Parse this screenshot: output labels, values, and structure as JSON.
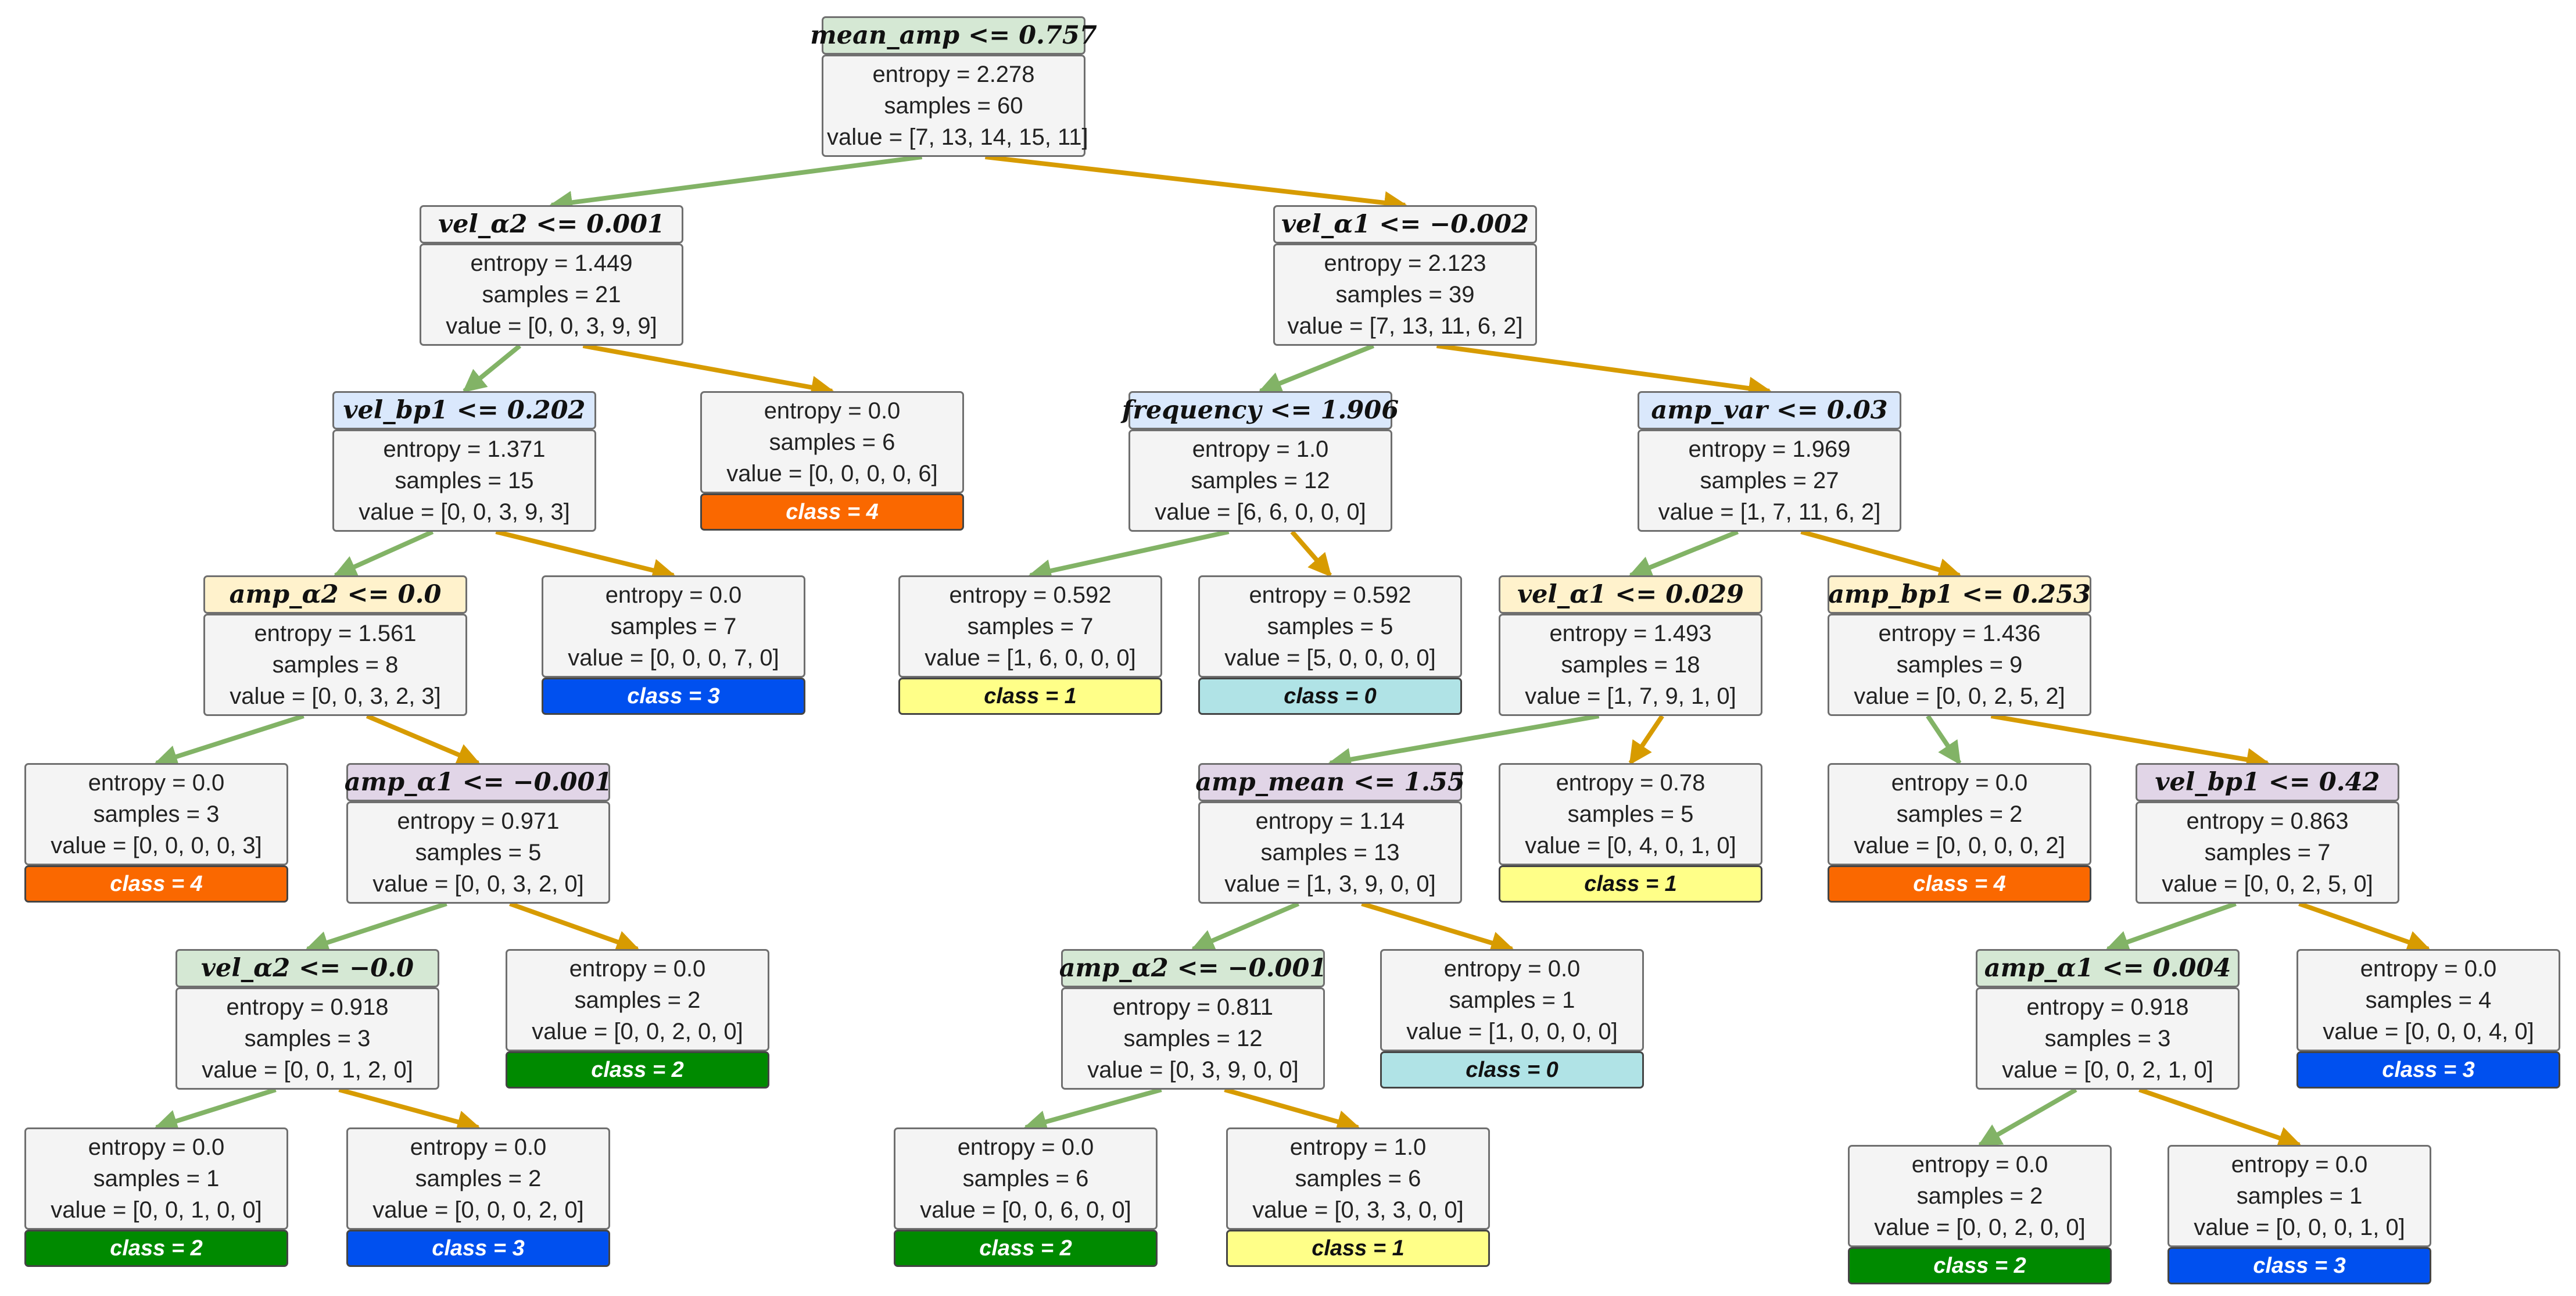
{
  "colors": {
    "edge_left": "#82b366",
    "edge_right": "#d79b00",
    "green_header": "#d5e8d4",
    "blue_header": "#dae8fc",
    "yellow_header": "#fff2cc",
    "purple_header": "#e1d5e7",
    "class_0": "#b0e3e6",
    "class_1": "#ffff88",
    "class_2": "#008a00",
    "class_3": "#0050ef",
    "class_4": "#fa6800",
    "node_body": "#f4f4f4"
  },
  "tree": {
    "nodes": [
      {
        "id": "n0",
        "split": "mean_amp <= 0.757",
        "header_color": "green_header",
        "entropy": "entropy = 2.278",
        "samples": "samples = 60",
        "value": "value = [7, 13, 14, 15, 11]"
      },
      {
        "id": "n1",
        "split": "vel_α2 <= 0.001",
        "header_color": "none",
        "entropy": "entropy = 1.449",
        "samples": "samples = 21",
        "value": "value = [0, 0, 3, 9, 9]"
      },
      {
        "id": "n2",
        "split": "vel_α1 <= −0.002",
        "header_color": "none",
        "entropy": "entropy = 2.123",
        "samples": "samples = 39",
        "value": "value = [7, 13, 11, 6, 2]"
      },
      {
        "id": "n3",
        "split": "vel_bp1 <= 0.202",
        "header_color": "blue_header",
        "entropy": "entropy = 1.371",
        "samples": "samples = 15",
        "value": "value = [0, 0, 3, 9, 3]"
      },
      {
        "id": "n4",
        "entropy": "entropy = 0.0",
        "samples": "samples = 6",
        "value": "value = [0, 0, 0, 0, 6]",
        "class_label": "class = 4",
        "class_color": "class_4"
      },
      {
        "id": "n5",
        "split": "frequency <= 1.906",
        "header_color": "blue_header",
        "entropy": "entropy = 1.0",
        "samples": "samples = 12",
        "value": "value = [6, 6, 0, 0, 0]"
      },
      {
        "id": "n6",
        "split": "amp_var <= 0.03",
        "header_color": "blue_header",
        "entropy": "entropy = 1.969",
        "samples": "samples = 27",
        "value": "value = [1, 7, 11, 6, 2]"
      },
      {
        "id": "n7",
        "split": "amp_α2 <= 0.0",
        "header_color": "yellow_header",
        "entropy": "entropy = 1.561",
        "samples": "samples = 8",
        "value": "value = [0, 0, 3, 2, 3]"
      },
      {
        "id": "n8",
        "entropy": "entropy = 0.0",
        "samples": "samples = 7",
        "value": "value = [0, 0, 0, 7, 0]",
        "class_label": "class = 3",
        "class_color": "class_3"
      },
      {
        "id": "n9",
        "entropy": "entropy = 0.592",
        "samples": "samples = 7",
        "value": "value = [1, 6, 0, 0, 0]",
        "class_label": "class = 1",
        "class_color": "class_1"
      },
      {
        "id": "n10",
        "entropy": "entropy = 0.592",
        "samples": "samples = 5",
        "value": "value = [5, 0, 0, 0, 0]",
        "class_label": "class = 0",
        "class_color": "class_0"
      },
      {
        "id": "n11",
        "split": "vel_α1 <= 0.029",
        "header_color": "yellow_header",
        "entropy": "entropy = 1.493",
        "samples": "samples = 18",
        "value": "value = [1, 7, 9, 1, 0]"
      },
      {
        "id": "n12",
        "split": "amp_bp1 <= 0.253",
        "header_color": "yellow_header",
        "entropy": "entropy = 1.436",
        "samples": "samples = 9",
        "value": "value = [0, 0, 2, 5, 2]"
      },
      {
        "id": "n13",
        "entropy": "entropy = 0.0",
        "samples": "samples = 3",
        "value": "value = [0, 0, 0, 0, 3]",
        "class_label": "class = 4",
        "class_color": "class_4"
      },
      {
        "id": "n14",
        "split": "amp_α1 <= −0.001",
        "header_color": "purple_header",
        "entropy": "entropy = 0.971",
        "samples": "samples = 5",
        "value": "value = [0, 0, 3, 2, 0]"
      },
      {
        "id": "n15",
        "split": "amp_mean <= 1.55",
        "header_color": "purple_header",
        "entropy": "entropy = 1.14",
        "samples": "samples = 13",
        "value": "value = [1, 3, 9, 0, 0]"
      },
      {
        "id": "n16",
        "entropy": "entropy = 0.78",
        "samples": "samples = 5",
        "value": "value = [0, 4, 0, 1, 0]",
        "class_label": "class = 1",
        "class_color": "class_1"
      },
      {
        "id": "n17",
        "entropy": "entropy = 0.0",
        "samples": "samples = 2",
        "value": "value = [0, 0, 0, 0, 2]",
        "class_label": "class = 4",
        "class_color": "class_4"
      },
      {
        "id": "n18",
        "split": "vel_bp1 <= 0.42",
        "header_color": "purple_header",
        "entropy": "entropy = 0.863",
        "samples": "samples = 7",
        "value": "value = [0, 0, 2, 5, 0]"
      },
      {
        "id": "n19",
        "split": "vel_α2 <= −0.0",
        "header_color": "green_header",
        "entropy": "entropy = 0.918",
        "samples": "samples = 3",
        "value": "value = [0, 0, 1, 2, 0]"
      },
      {
        "id": "n20",
        "entropy": "entropy = 0.0",
        "samples": "samples = 2",
        "value": "value = [0, 0, 2, 0, 0]",
        "class_label": "class = 2",
        "class_color": "class_2"
      },
      {
        "id": "n21",
        "split": "amp_α2 <= −0.001",
        "header_color": "green_header",
        "entropy": "entropy = 0.811",
        "samples": "samples = 12",
        "value": "value = [0, 3, 9, 0, 0]"
      },
      {
        "id": "n22",
        "entropy": "entropy = 0.0",
        "samples": "samples = 1",
        "value": "value = [1, 0, 0, 0, 0]",
        "class_label": "class = 0",
        "class_color": "class_0"
      },
      {
        "id": "n23",
        "split": "amp_α1 <= 0.004",
        "header_color": "green_header",
        "entropy": "entropy = 0.918",
        "samples": "samples = 3",
        "value": "value = [0, 0, 2, 1, 0]"
      },
      {
        "id": "n24",
        "entropy": "entropy = 0.0",
        "samples": "samples = 4",
        "value": "value = [0, 0, 0, 4, 0]",
        "class_label": "class = 3",
        "class_color": "class_3"
      },
      {
        "id": "n25",
        "entropy": "entropy = 0.0",
        "samples": "samples = 1",
        "value": "value = [0, 0, 1, 0, 0]",
        "class_label": "class = 2",
        "class_color": "class_2"
      },
      {
        "id": "n26",
        "entropy": "entropy = 0.0",
        "samples": "samples = 2",
        "value": "value = [0, 0, 0, 2, 0]",
        "class_label": "class = 3",
        "class_color": "class_3"
      },
      {
        "id": "n27",
        "entropy": "entropy = 0.0",
        "samples": "samples = 6",
        "value": "value = [0, 0, 6, 0, 0]",
        "class_label": "class = 2",
        "class_color": "class_2"
      },
      {
        "id": "n28",
        "entropy": "entropy = 1.0",
        "samples": "samples = 6",
        "value": "value = [0, 3, 3, 0, 0]",
        "class_label": "class = 1",
        "class_color": "class_1"
      },
      {
        "id": "n29",
        "entropy": "entropy = 0.0",
        "samples": "samples = 2",
        "value": "value = [0, 0, 2, 0, 0]",
        "class_label": "class = 2",
        "class_color": "class_2"
      },
      {
        "id": "n30",
        "entropy": "entropy = 0.0",
        "samples": "samples = 1",
        "value": "value = [0, 0, 0, 1, 0]",
        "class_label": "class = 3",
        "class_color": "class_3"
      }
    ],
    "edges": [
      [
        "n0",
        "n1",
        "left"
      ],
      [
        "n0",
        "n2",
        "right"
      ],
      [
        "n1",
        "n3",
        "left"
      ],
      [
        "n1",
        "n4",
        "right"
      ],
      [
        "n2",
        "n5",
        "left"
      ],
      [
        "n2",
        "n6",
        "right"
      ],
      [
        "n3",
        "n7",
        "left"
      ],
      [
        "n3",
        "n8",
        "right"
      ],
      [
        "n5",
        "n9",
        "left"
      ],
      [
        "n5",
        "n10",
        "right"
      ],
      [
        "n6",
        "n11",
        "left"
      ],
      [
        "n6",
        "n12",
        "right"
      ],
      [
        "n7",
        "n13",
        "left"
      ],
      [
        "n7",
        "n14",
        "right"
      ],
      [
        "n11",
        "n15",
        "left"
      ],
      [
        "n11",
        "n16",
        "right"
      ],
      [
        "n12",
        "n17",
        "left"
      ],
      [
        "n12",
        "n18",
        "right"
      ],
      [
        "n14",
        "n19",
        "left"
      ],
      [
        "n14",
        "n20",
        "right"
      ],
      [
        "n15",
        "n21",
        "left"
      ],
      [
        "n15",
        "n22",
        "right"
      ],
      [
        "n18",
        "n23",
        "left"
      ],
      [
        "n18",
        "n24",
        "right"
      ],
      [
        "n19",
        "n25",
        "left"
      ],
      [
        "n19",
        "n26",
        "right"
      ],
      [
        "n21",
        "n27",
        "left"
      ],
      [
        "n21",
        "n28",
        "right"
      ],
      [
        "n23",
        "n29",
        "left"
      ],
      [
        "n23",
        "n30",
        "right"
      ]
    ]
  }
}
